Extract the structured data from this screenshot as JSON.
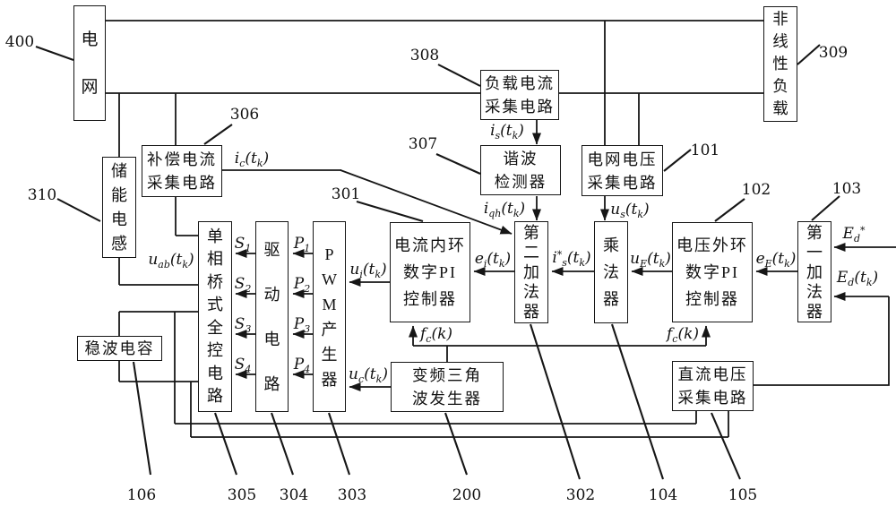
{
  "blocks": {
    "grid": {
      "label": "电网",
      "ref": "400"
    },
    "nonlinear_load": {
      "label": "非线性负载",
      "ref": "309"
    },
    "inductor": {
      "label": "储能电感",
      "ref": "310"
    },
    "comp_current": {
      "lines": [
        "补偿电流",
        "采集电路"
      ],
      "ref": "306"
    },
    "load_current": {
      "lines": [
        "负载电流",
        "采集电路"
      ],
      "ref": "308"
    },
    "harmonic": {
      "lines": [
        "谐波",
        "检测器"
      ],
      "ref": "307"
    },
    "grid_voltage": {
      "lines": [
        "电网电压",
        "采集电路"
      ],
      "ref": "101"
    },
    "current_pi": {
      "lines": [
        "电流内环",
        "数字PI",
        "控制器"
      ],
      "ref": "301"
    },
    "adder2": {
      "label": "第二加法器",
      "ref": "302"
    },
    "multiplier": {
      "label": "乘法器",
      "ref": "104"
    },
    "voltage_pi": {
      "lines": [
        "电压外环",
        "数字PI",
        "控制器"
      ],
      "ref": "102"
    },
    "adder1": {
      "label": "第一加法器",
      "ref": "103"
    },
    "bridge": {
      "label": "单相桥式全控电路",
      "ref": "305"
    },
    "driver": {
      "label": "驱动电路",
      "ref": "304"
    },
    "pwm": {
      "label": "PWM产生器",
      "ref": "303"
    },
    "triangle": {
      "lines": [
        "变频三角",
        "波发生器"
      ],
      "ref": "200"
    },
    "dc_voltage": {
      "lines": [
        "直流电压",
        "采集电路"
      ],
      "ref": "105"
    },
    "capacitor": {
      "label": "稳波电容",
      "ref": "106"
    }
  },
  "signals": {
    "ic": "i_{c}(t_{k})",
    "is": "i_{s}(t_{k})",
    "iqh": "i_{qh}(t_{k})",
    "us": "u_{s}(t_{k})",
    "ei": "e_{i}(t_{k})",
    "is_ref": "i^{*}_{s}(t_{k})",
    "ue": "u_{E}(t_{k})",
    "ee": "e_{E}(t_{k})",
    "ed_ref": "E_{d}^{*}",
    "ed": "E_{d}(t_{k})",
    "uab": "u_{ab}(t_{k})",
    "ui": "u_{i}(t_{k})",
    "uc": "u_{c}(t_{k})",
    "fc": "f_{c}(k)"
  },
  "gates": {
    "s": [
      "S_{1}",
      "S_{2}",
      "S_{3}",
      "S_{4}"
    ],
    "p": [
      "P_{1}",
      "P_{2}",
      "P_{3}",
      "P_{4}"
    ]
  }
}
